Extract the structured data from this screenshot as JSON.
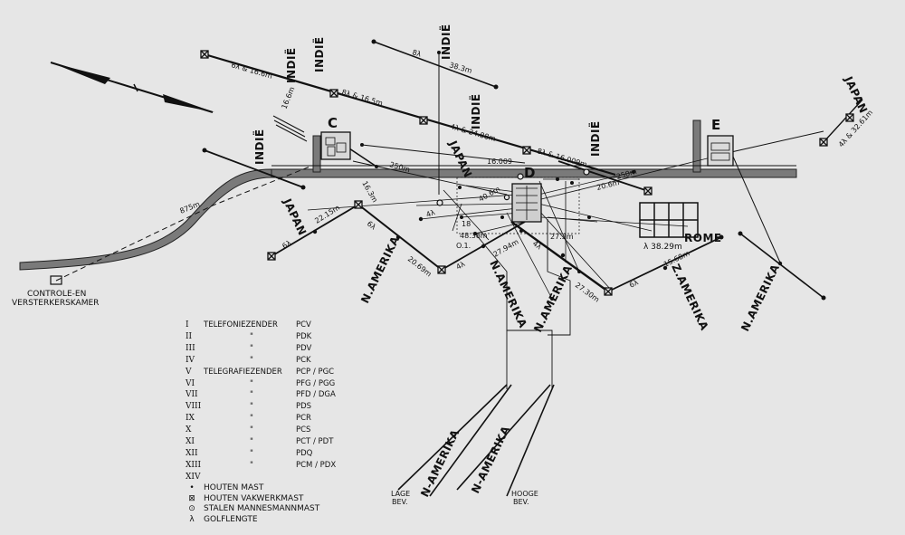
{
  "sites": {
    "c": "C",
    "d": "D",
    "e": "E"
  },
  "labels": {
    "indie": "INDIË",
    "japan": "JAPAN",
    "n_amerika": "N.AMERIKA",
    "n_amerika_alt": "N-AMERIKA",
    "z_amerika": "Z.AMERIKA",
    "rome": "ROME",
    "rome_wavelength": "λ 38.29m",
    "control_room_line1": "CONTROLE-EN",
    "control_room_line2": "VERSTERKERSKAMER",
    "low_line1": "LAGE",
    "low_line2": "BEV.",
    "high_line1": "HOOGE",
    "high_line2": "BEV.",
    "o1": "O.1."
  },
  "dimensions": {
    "d_6l_166": "6λ & 16.6m",
    "d_8l_165": "8λ & 16.5m",
    "d_166": "16.6m",
    "d_8l": "8λ",
    "d_383": "38.3m",
    "d_4l_2488": "4λ & 24.88m",
    "d_8l_16009": "8λ & 16.009m",
    "d_250_a": "250m",
    "d_16009": "16.009",
    "d_163": "16.3m",
    "d_875": "875m",
    "d_6l_a": "6λ",
    "d_2215": "22.15m",
    "d_6l_b": "6λ",
    "d_2069": "20.69m",
    "d_4l_a": "4λ",
    "d_2794": "27.94m",
    "d_4l_b": "4λ",
    "d_273": "27.3m",
    "d_2730": "27.30m",
    "d_6l_c": "6λ",
    "d_1568": "15.68m",
    "d_4l_3261": "4λ & 32.61m",
    "d_4838": "48.38m",
    "d_4l_c": "4λ",
    "d_406": "40.6m",
    "d_206": "20.6m",
    "d_250_b": "250m",
    "d_18": "18"
  },
  "legend": {
    "rows": [
      {
        "num": "I",
        "name": "TELEFONIEZENDER",
        "ditto": "",
        "code": "PCV"
      },
      {
        "num": "II",
        "name": "",
        "ditto": "\"",
        "code": "PDK"
      },
      {
        "num": "III",
        "name": "",
        "ditto": "\"",
        "code": "PDV"
      },
      {
        "num": "IV",
        "name": "",
        "ditto": "\"",
        "code": "PCK"
      },
      {
        "num": "V",
        "name": "TELEGRAFIEZENDER",
        "ditto": "",
        "code": "PCP / PGC"
      },
      {
        "num": "VI",
        "name": "",
        "ditto": "\"",
        "code": "PFG / PGG"
      },
      {
        "num": "VII",
        "name": "",
        "ditto": "\"",
        "code": "PFD / DGA"
      },
      {
        "num": "VIII",
        "name": "",
        "ditto": "\"",
        "code": "PDS"
      },
      {
        "num": "IX",
        "name": "",
        "ditto": "\"",
        "code": "PCR"
      },
      {
        "num": "X",
        "name": "",
        "ditto": "\"",
        "code": "PCS"
      },
      {
        "num": "XI",
        "name": "",
        "ditto": "\"",
        "code": "PCT / PDT"
      },
      {
        "num": "XII",
        "name": "",
        "ditto": "\"",
        "code": "PDQ"
      },
      {
        "num": "XIII",
        "name": "",
        "ditto": "\"",
        "code": "PCM / PDX"
      },
      {
        "num": "XIV",
        "name": "",
        "ditto": "",
        "code": ""
      }
    ],
    "symbols": [
      {
        "sym": "•",
        "icon": "dot-icon",
        "text": "HOUTEN MAST"
      },
      {
        "sym": "⊠",
        "icon": "crossed-box-icon",
        "text": "HOUTEN VAKWERKMAST"
      },
      {
        "sym": "⊙",
        "icon": "circle-dot-icon",
        "text": "STALEN MANNESMANNMAST"
      },
      {
        "sym": "λ",
        "icon": "lambda-icon",
        "text": "GOLFLENGTE"
      }
    ]
  },
  "colors": {
    "background": "#e6e6e6",
    "ink": "#111111",
    "road": "#7a7a7a"
  }
}
